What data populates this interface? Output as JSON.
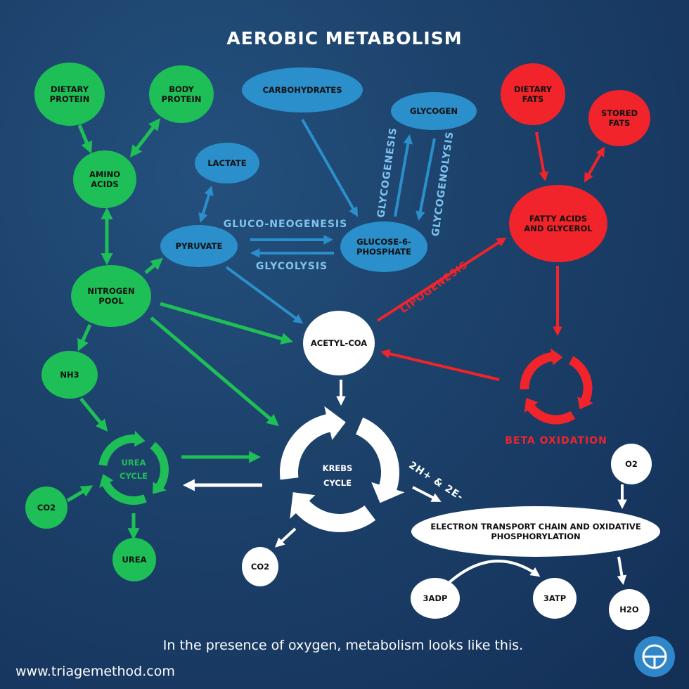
{
  "title": "AEROBIC METABOLISM",
  "colors": {
    "protein": "#1fbf57",
    "carb": "#2a8fca",
    "fat": "#f0242a",
    "core": "#ffffff",
    "carb_text": "#7fc4ee"
  },
  "nodes": {
    "dietary_protein": [
      "DIETARY",
      "PROTEIN"
    ],
    "body_protein": [
      "BODY",
      "PROTEIN"
    ],
    "amino_acids": [
      "AMINO",
      "ACIDS"
    ],
    "nitrogen_pool": [
      "NITROGEN",
      "POOL"
    ],
    "nh3": [
      "NH3"
    ],
    "urea": [
      "UREA"
    ],
    "co2_left": [
      "CO2"
    ],
    "carbohydrates": [
      "CARBOHYDRATES"
    ],
    "glycogen": [
      "GLYCOGEN"
    ],
    "lactate": [
      "LACTATE"
    ],
    "pyruvate": [
      "PYRUVATE"
    ],
    "glucose_6_phosphate": [
      "GLUCOSE-6-",
      "PHOSPHATE"
    ],
    "dietary_fats": [
      "DIETARY",
      "FATS"
    ],
    "stored_fats": [
      "STORED",
      "FATS"
    ],
    "fatty_acids": [
      "FATTY ACIDS",
      "AND GLYCEROL"
    ],
    "acetyl_coa": [
      "ACETYL-COA"
    ],
    "co2_bottom": [
      "CO2"
    ],
    "o2": [
      "O2"
    ],
    "etc": [
      "ELECTRON TRANSPORT CHAIN AND OXIDATIVE",
      "PHOSPHORYLATION"
    ],
    "adp": [
      "3ADP"
    ],
    "atp": [
      "3ATP"
    ],
    "h2o": [
      "H2O"
    ]
  },
  "cycles": {
    "urea_cycle": [
      "UREA",
      "CYCLE"
    ],
    "krebs_cycle": [
      "KREBS",
      "CYCLE"
    ],
    "beta_oxidation": "BETA OXIDATION"
  },
  "edge_labels": {
    "glyconeogenesis": "GLUCO-NEOGENESIS",
    "glycolysis": "GLYCOLYSIS",
    "glycogenesis": "GLYCOGENESIS",
    "glycogenolysis": "GLYCOGENOLYSIS",
    "lipogenesis": "LIPOGENESIS",
    "electrons": "2H+ & 2E-"
  },
  "footer": {
    "caption": "In the presence of oxygen, metabolism looks like this.",
    "url": "www.triagemethod.com",
    "logo_icon": "triage-logo-icon"
  }
}
